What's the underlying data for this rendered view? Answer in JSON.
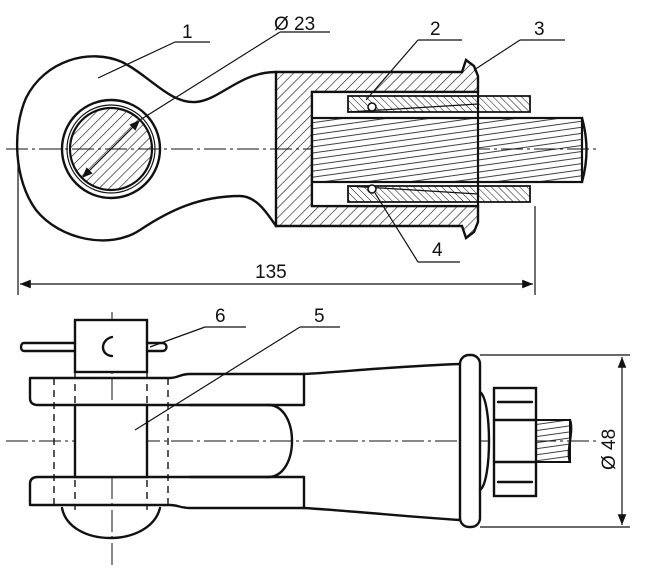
{
  "callouts": {
    "part_1": "1",
    "part_2": "2",
    "part_3": "3",
    "part_4": "4",
    "part_5": "5",
    "part_6": "6"
  },
  "dimensions": {
    "eye_diameter": "Ø 23",
    "overall_length": "135",
    "sleeve_diameter": "Ø 48"
  }
}
